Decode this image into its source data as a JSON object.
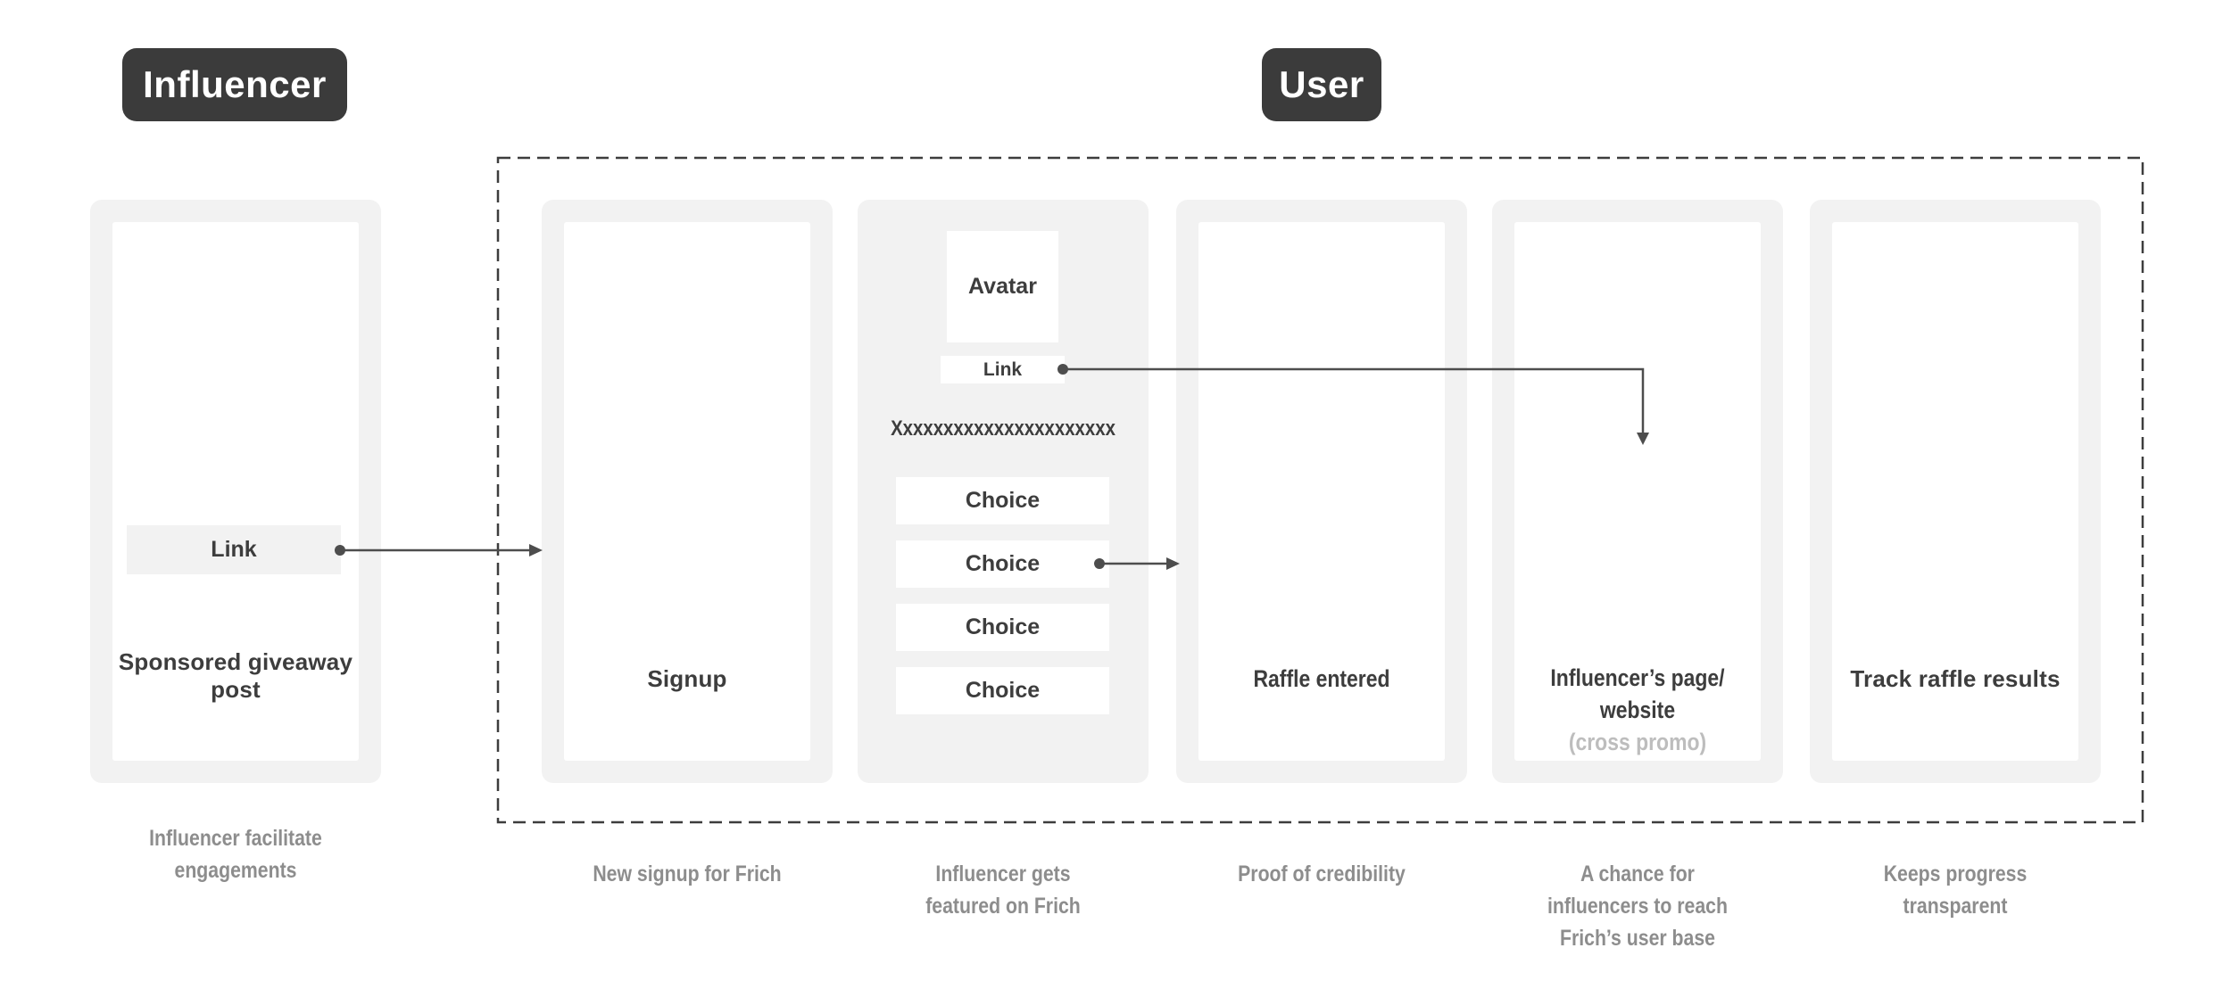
{
  "lanes": {
    "influencer_label": "Influencer",
    "user_label": "User"
  },
  "colors": {
    "badge_bg": "#3b3b3b",
    "badge_text": "#ffffff",
    "card_bg": "#f2f2f2",
    "panel_bg": "#ffffff",
    "title_text": "#3d3d3d",
    "caption_text": "#8d8d8d",
    "muted_text": "#bdbdbd",
    "connector": "#4d4d4d",
    "dashed_border": "#3d3d3d"
  },
  "cards": {
    "sponsored_post": {
      "title_line1": "Sponsored giveaway",
      "title_line2": "post",
      "link_label": "Link",
      "caption_line1": "Influencer facilitate",
      "caption_line2": "engagements"
    },
    "signup": {
      "title": "Signup",
      "caption": "New signup for Frich"
    },
    "featured": {
      "avatar_label": "Avatar",
      "link_label": "Link",
      "placeholder_row": "Xxxxxxxxxxxxxxxxxxxxxx",
      "choices": [
        "Choice",
        "Choice",
        "Choice",
        "Choice"
      ],
      "caption_line1": "Influencer gets",
      "caption_line2": "featured on Frich"
    },
    "raffle": {
      "title": "Raffle entered",
      "caption": "Proof of credibility"
    },
    "influencer_page": {
      "title_line1": "Influencer’s page/",
      "title_line2": "website",
      "subtitle": "(cross promo)",
      "caption_line1": "A chance for",
      "caption_line2": "influencers to reach",
      "caption_line3": "Frich’s user base"
    },
    "track": {
      "title": "Track raffle results",
      "caption_line1": "Keeps progress",
      "caption_line2": "transparent"
    }
  }
}
